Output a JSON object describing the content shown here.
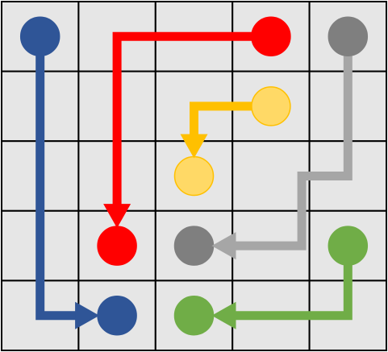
{
  "puzzle": {
    "rows": 5,
    "cols": 5,
    "colors": {
      "background": "#e6e6e6",
      "grid_line": "#000000"
    },
    "flows": [
      {
        "id": "blue",
        "line_color": "#2f5597",
        "dot_color": "#2f5597",
        "dot_stroke": "#2f5597",
        "start": [
          0,
          0
        ],
        "end": [
          4,
          1
        ],
        "path": [
          [
            0,
            0
          ],
          [
            4,
            0
          ],
          [
            4,
            1
          ]
        ]
      },
      {
        "id": "red",
        "line_color": "#ff0000",
        "dot_color": "#ff0000",
        "dot_stroke": "#ff0000",
        "start": [
          0,
          3
        ],
        "end": [
          3,
          1
        ],
        "path": [
          [
            0,
            3
          ],
          [
            0,
            1
          ],
          [
            3,
            1
          ]
        ]
      },
      {
        "id": "gray",
        "line_color": "#a6a6a6",
        "dot_color": "#7f7f7f",
        "dot_stroke": "#7f7f7f",
        "start": [
          0,
          4
        ],
        "end": [
          3,
          2
        ],
        "path": [
          [
            0,
            4
          ],
          [
            2,
            4
          ],
          [
            2,
            3.4
          ],
          [
            3,
            3.4
          ],
          [
            3,
            2
          ]
        ]
      },
      {
        "id": "yellow",
        "line_color": "#ffc000",
        "dot_color": "#ffd966",
        "dot_stroke": "#ffc000",
        "start": [
          1,
          3
        ],
        "end": [
          2,
          2
        ],
        "path": [
          [
            1,
            3
          ],
          [
            1,
            2
          ],
          [
            2,
            2
          ]
        ]
      },
      {
        "id": "green",
        "line_color": "#70ad47",
        "dot_color": "#70ad47",
        "dot_stroke": "#70ad47",
        "start": [
          3,
          4
        ],
        "end": [
          4,
          2
        ],
        "path": [
          [
            3,
            4
          ],
          [
            4,
            4
          ],
          [
            4,
            2
          ]
        ]
      }
    ]
  }
}
